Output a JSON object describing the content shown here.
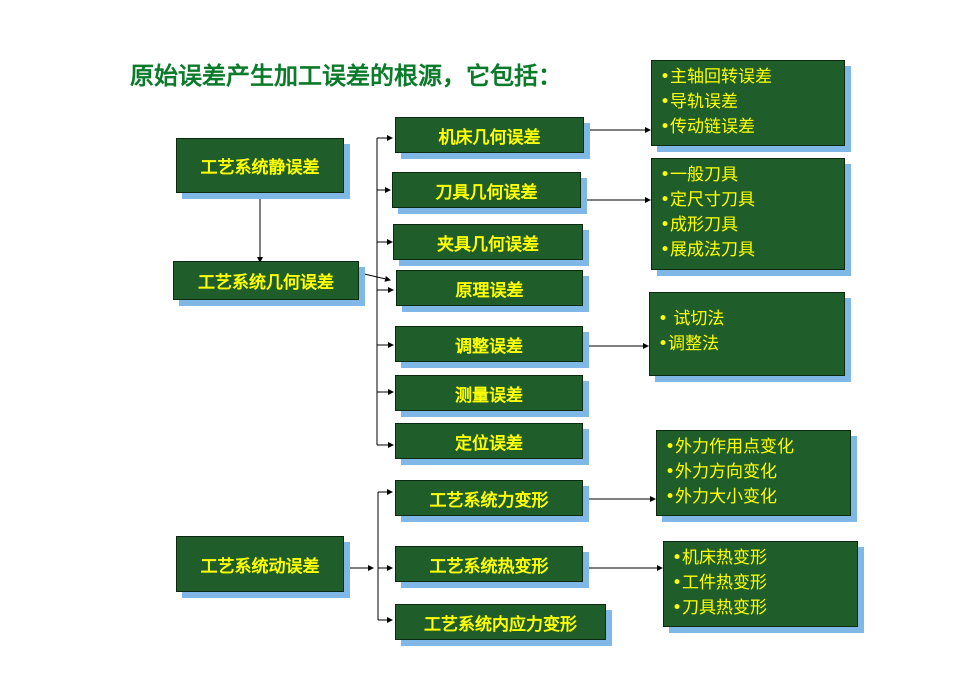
{
  "title": "原始误差产生加工误差的根源，它包括：",
  "static_error": "工艺系统静误差",
  "geometric_error": "工艺系统几何误差",
  "dynamic_error": "工艺系统动误差",
  "geometric_items": [
    "机床几何误差",
    "刀具几何误差",
    "夹具几何误差",
    "原理误差",
    "调整误差",
    "测量误差",
    "定位误差"
  ],
  "dynamic_items": [
    "工艺系统力变形",
    "工艺系统热变形",
    "工艺系统内应力变形"
  ],
  "detail_lists": {
    "machine_tool": [
      "•主轴回转误差",
      "•导轨误差",
      "•传动链误差"
    ],
    "cutting_tool": [
      "•一般刀具",
      "•定尺寸刀具",
      "•成形刀具",
      "•展成法刀具"
    ],
    "adjustment": [
      "• 试切法",
      "•调整法"
    ],
    "force": [
      "•外力作用点变化",
      "•外力方向变化",
      "•外力大小变化"
    ],
    "thermal": [
      "•机床热变形",
      "•工件热变形",
      "•刀具热变形"
    ]
  }
}
